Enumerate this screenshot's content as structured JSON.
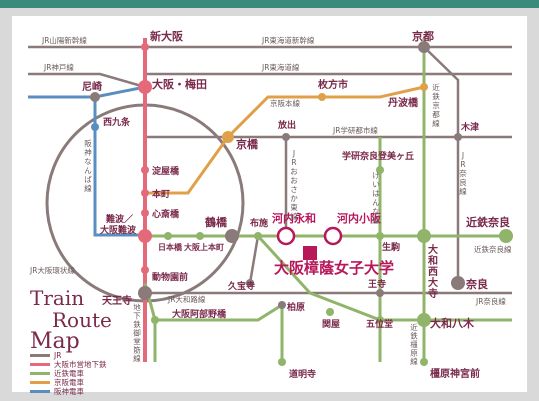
{
  "colors": {
    "jr": "#8a7a7a",
    "subway": "#e46a7a",
    "kintetsu": "#8fb46a",
    "keihan": "#e0a04a",
    "hanshin": "#5a8ec0",
    "accent": "#b8185a",
    "stationLabel": "#7a2a4a",
    "lineLabel": "#6a5a5a"
  },
  "title": {
    "line1": "Train",
    "line2": "Route",
    "line3": "Map"
  },
  "legend": [
    {
      "label": "JR",
      "color": "#8a7a7a"
    },
    {
      "label": "大阪市営地下鉄",
      "color": "#e46a7a"
    },
    {
      "label": "近鉄電車",
      "color": "#8fb46a"
    },
    {
      "label": "京阪電車",
      "color": "#e0a04a"
    },
    {
      "label": "阪神電車",
      "color": "#5a8ec0"
    }
  ],
  "university": "大阪樟蔭女子大学",
  "stations": {
    "shinosaka": "新大阪",
    "kyoto": "京都",
    "amagasaki": "尼崎",
    "osakaumeda": "大阪・梅田",
    "nishikujo": "西九条",
    "hirakatashi": "枚方市",
    "niwabashi": "丹波橋",
    "hanaten": "放出",
    "kizu": "木津",
    "kyobashi": "京橋",
    "yodoyabashi": "淀屋橋",
    "honmachi": "本町",
    "shinsaibashi": "心斎橋",
    "gakkentoshi": "学研奈良登美ヶ丘",
    "nanba": "難波／\n大阪難波",
    "nippombashi": "日本橋",
    "osakauehonmachi": "大阪上本町",
    "tsuruhashi": "鶴橋",
    "fuse": "布施",
    "kawachieiwa": "河内永和",
    "kawachikosaka": "河内小阪",
    "ikoma": "生駒",
    "kintetsunara": "近鉄奈良",
    "yamatosaidaiji": "大和西大寺",
    "dobutsuenmae": "動物園前",
    "tennoji": "天王寺",
    "kudaraji": "久宝寺",
    "kashiwara": "柏原",
    "oji": "王寺",
    "nara": "奈良",
    "osakaabenobashi": "大阪阿部野橋",
    "sekiya": "関屋",
    "goidou": "五位堂",
    "yamatoyagi": "大和八木",
    "domyoji": "道明寺",
    "kashiharajingumae": "橿原神宮前"
  },
  "lines": {
    "sanyo": "JR山陽新幹線",
    "tokaido_shinkansen": "JR東海道新幹線",
    "kobe": "JR神戸線",
    "tokaido": "JR東海道線",
    "keihan_main": "京阪本線",
    "gakkentoshi": "JR学研都市線",
    "kyoto_kintetsu": "近鉄京都線",
    "osakahigashi": "JRおおさか東線",
    "hanshin_namba": "阪神なんば線",
    "jr_nara": "JR奈良線",
    "keihanna": "けいはんな線",
    "kintetsu_nara": "近鉄奈良線",
    "kashihara": "近鉄橿原線",
    "osaka_loop": "JR大阪環状線",
    "yamatoji": "JR大和路線",
    "subway_midosuji": "地下鉄御堂筋線"
  }
}
